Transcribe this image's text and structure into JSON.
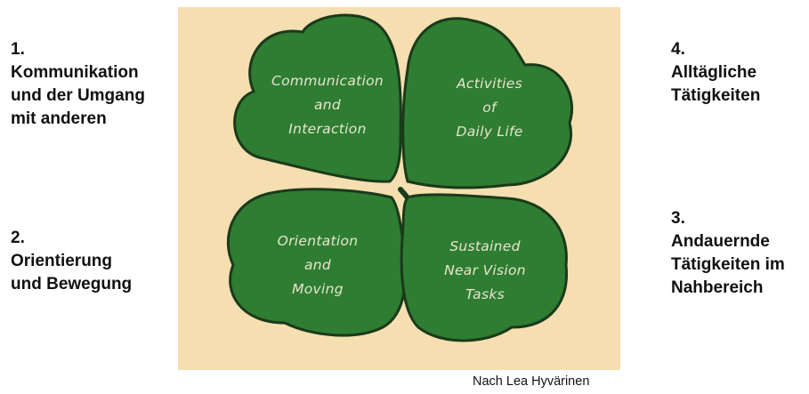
{
  "left_labels": [
    {
      "number": "1.",
      "lines": [
        "Kommunikation",
        "und der Umgang",
        "mit anderen"
      ]
    },
    {
      "number": "2.",
      "lines": [
        "Orientierung",
        "und Bewegung"
      ]
    }
  ],
  "right_labels": [
    {
      "number": "4.",
      "lines": [
        "Alltägliche",
        "Tätigkeiten"
      ]
    },
    {
      "number": "3.",
      "lines": [
        "Andauernde",
        "Tätigkeiten im",
        "Nahbereich"
      ]
    }
  ],
  "clover": {
    "leaf_color": "#2e7d32",
    "outline_color": "#1a3a1a",
    "background_color": "#f5deb0",
    "leaves": {
      "top_left": [
        "Communication",
        "and",
        "Interaction"
      ],
      "top_right": [
        "Activities",
        "of",
        "Daily Life"
      ],
      "bottom_left": [
        "Orientation",
        "and",
        "Moving"
      ],
      "bottom_right": [
        "Sustained",
        "Near Vision",
        "Tasks"
      ]
    }
  },
  "credit": "Nach Lea Hyvärinen"
}
